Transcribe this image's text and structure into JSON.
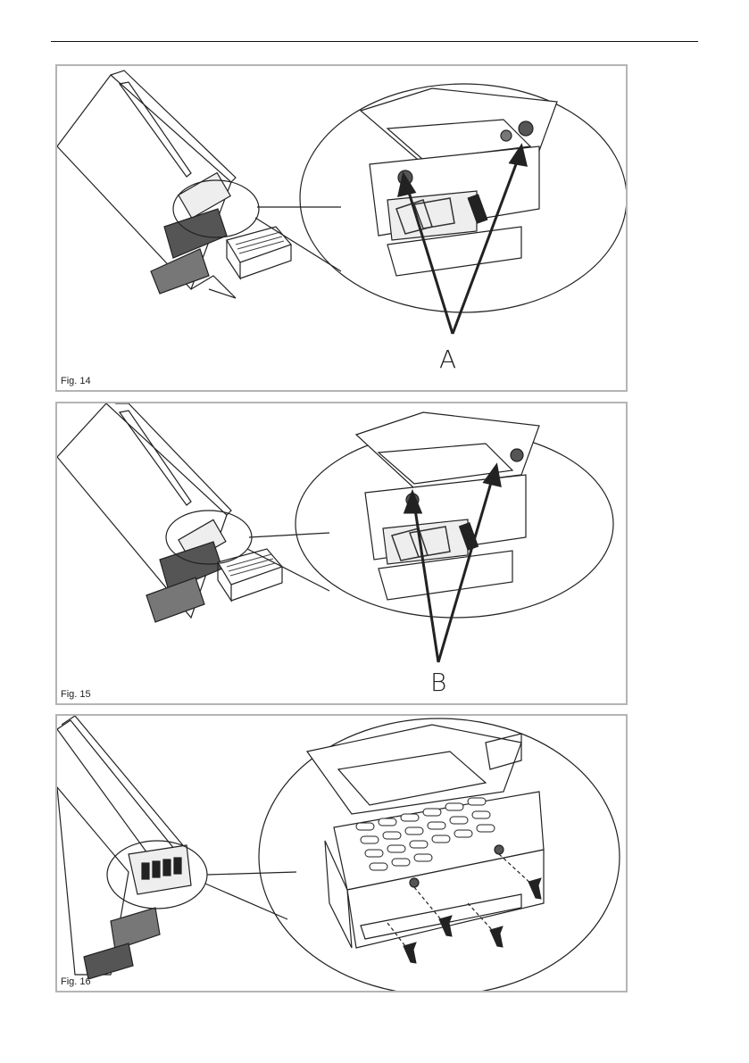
{
  "figures": [
    {
      "caption": "Fig. 14",
      "callout": "A"
    },
    {
      "caption": "Fig. 15",
      "callout": "B"
    },
    {
      "caption": "Fig. 16"
    }
  ]
}
